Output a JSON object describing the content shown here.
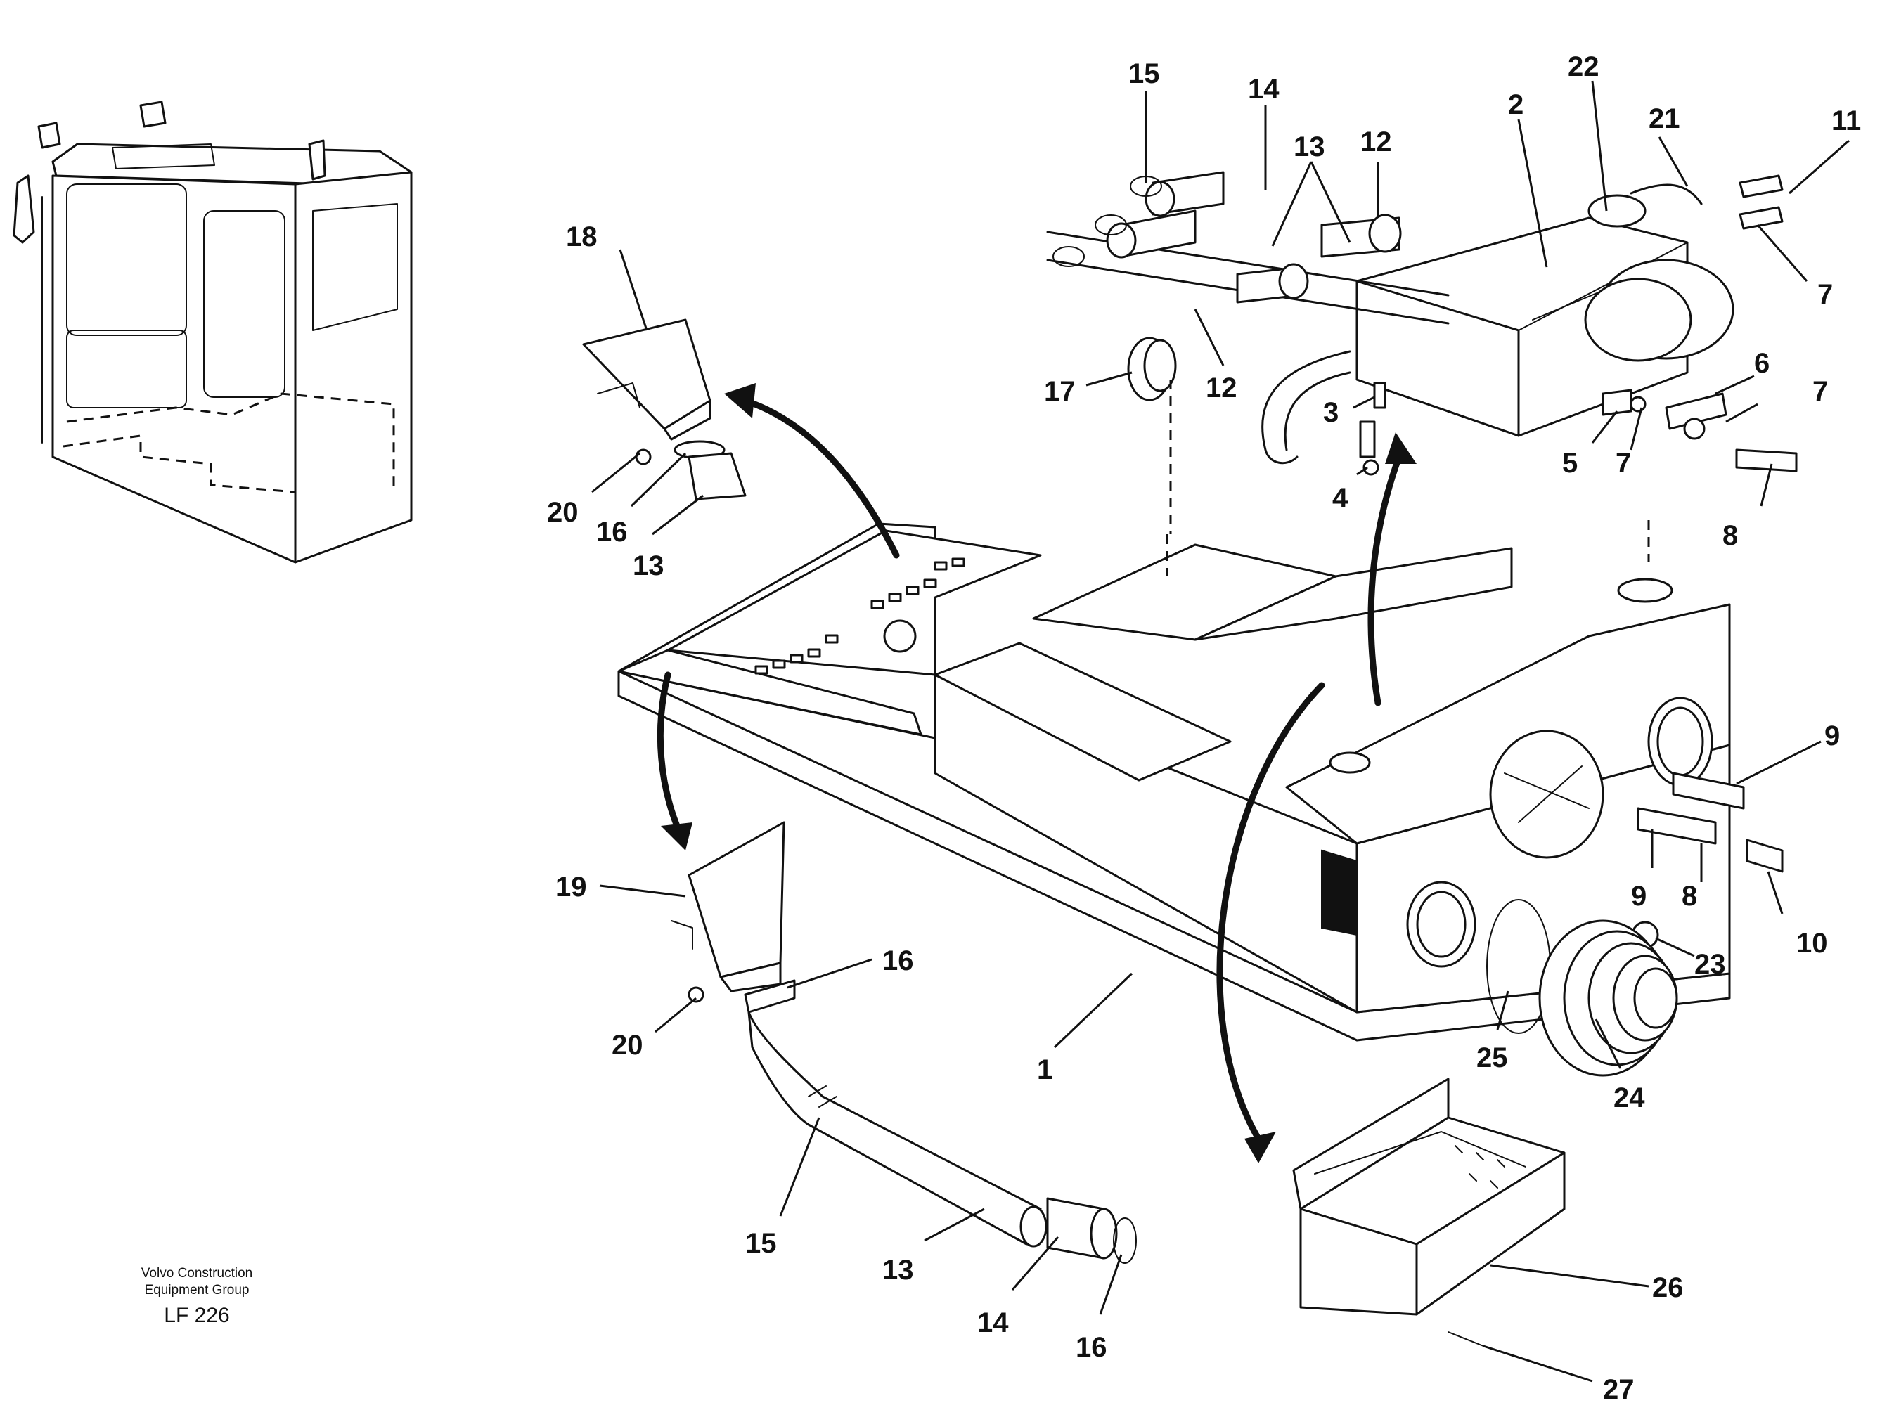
{
  "footer": {
    "company_line1": "Volvo Construction",
    "company_line2": "Equipment Group",
    "drawing_code": "LF 226"
  },
  "callouts": {
    "c15a": "15",
    "c14a": "14",
    "c13a": "13",
    "c12a": "12",
    "c22": "22",
    "c2": "2",
    "c21": "21",
    "c11": "11",
    "c7a": "7",
    "c6": "6",
    "c7b": "7",
    "c18": "18",
    "c17": "17",
    "c12b": "12",
    "c3": "3",
    "c5": "5",
    "c7c": "7",
    "c4": "4",
    "c8a": "8",
    "c20a": "20",
    "c16a": "16",
    "c13b": "13",
    "c9a": "9",
    "c9b": "9",
    "c8b": "8",
    "c10": "10",
    "c23": "23",
    "c19": "19",
    "c16b": "16",
    "c20b": "20",
    "c25": "25",
    "c24": "24",
    "c1": "1",
    "c15b": "15",
    "c13c": "13",
    "c14b": "14",
    "c16c": "16",
    "c26": "26",
    "c27": "27"
  }
}
